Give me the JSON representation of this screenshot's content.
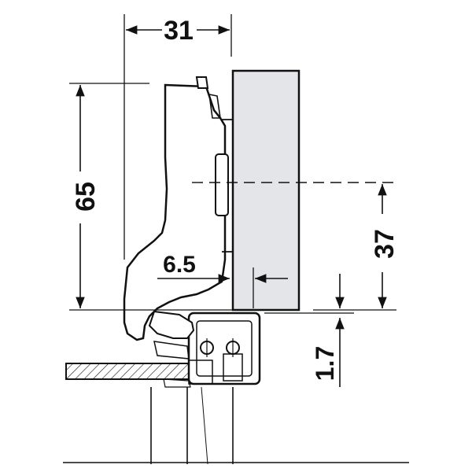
{
  "dimensions": {
    "top_width": "31",
    "overall_height": "65",
    "offset": "6.5",
    "center_height": "37",
    "gap": "1.7"
  },
  "colors": {
    "line": "#111111",
    "door_fill": "#e4e5e8",
    "background": "#ffffff"
  }
}
